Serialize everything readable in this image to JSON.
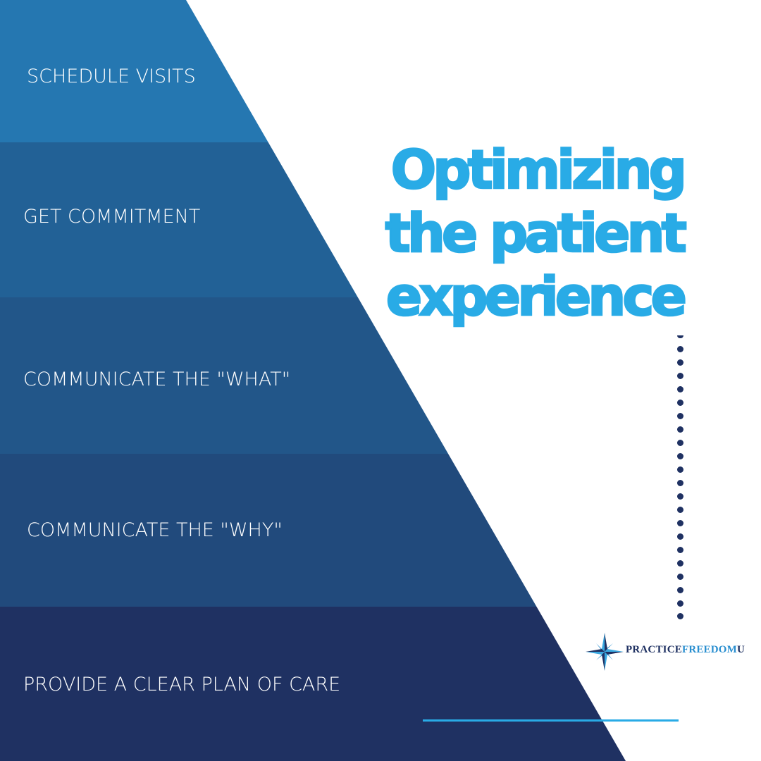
{
  "colors": {
    "band_1": "#2577b1",
    "band_2": "#226196",
    "band_3": "#225689",
    "band_4": "#214a7c",
    "band_5": "#1f3162",
    "title": "#29abe6",
    "dots": "#1f3162",
    "accent_line": "#29abe6",
    "logo_dark": "#1f3162",
    "logo_light": "#2a8fd0"
  },
  "pyramid": {
    "bands": [
      {
        "label": "SCHEDULE VISITS"
      },
      {
        "label": "GET COMMITMENT"
      },
      {
        "label": "COMMUNICATE THE \"WHAT\""
      },
      {
        "label": "COMMUNICATE THE \"WHY\""
      },
      {
        "label": "PROVIDE A CLEAR PLAN OF CARE"
      }
    ]
  },
  "title": {
    "lines": [
      "Optimizing",
      "the patient",
      "experience"
    ]
  },
  "logo": {
    "icon": "compass-star-icon",
    "text_part_1": "PRACTICE",
    "text_part_2": "FREEDOM",
    "text_part_3": "U"
  }
}
